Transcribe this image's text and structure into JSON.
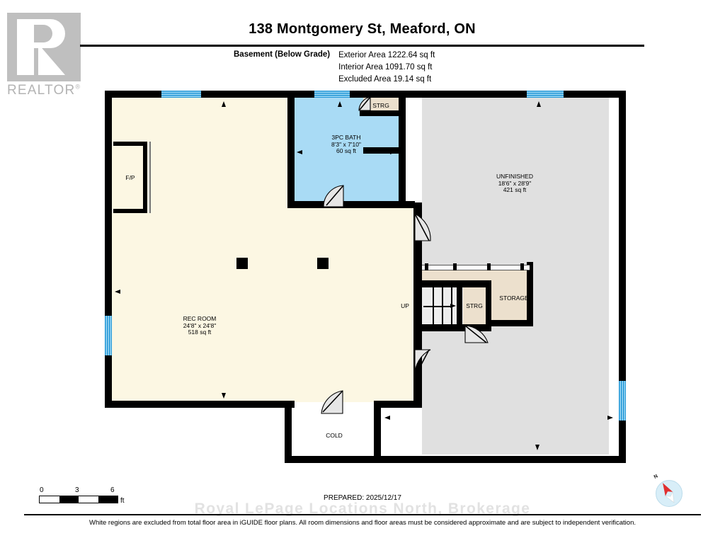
{
  "branding": {
    "logo_text": "REALTOR",
    "logo_registered": "®",
    "watermark": "Royal LePage Locations North, Brokerage"
  },
  "header": {
    "title": "138 Montgomery St, Meaford, ON",
    "level_label": "Basement (Below Grade)",
    "areas": [
      "Exterior Area 1222.64 sq ft",
      "Interior Area 1091.70 sq ft",
      "Excluded Area 19.14 sq ft"
    ]
  },
  "floorplan": {
    "rooms": [
      {
        "name": "REC ROOM",
        "dimensions": "24'8\" x 24'8\"",
        "area": "518 sq ft"
      },
      {
        "name": "3PC BATH",
        "dimensions": "8'3\" x 7'10\"",
        "area": "60 sq ft"
      },
      {
        "name": "UNFINISHED",
        "dimensions": "18'6\" x 28'9\"",
        "area": "421 sq ft"
      }
    ],
    "tags": {
      "fireplace": "F/P",
      "storage_bath": "STRG",
      "storage_stair": "STRG",
      "storage_room": "STORAGE",
      "stairs_up": "UP",
      "cold_room": "COLD"
    }
  },
  "scale": {
    "ticks": [
      "0",
      "3",
      "6"
    ],
    "unit": "ft"
  },
  "footer": {
    "prepared": "PREPARED: 2025/12/17",
    "disclaimer": "White regions are excluded from total floor area in iGUIDE floor plans. All room dimensions and floor areas must be considered approximate and are subject to independent verification."
  },
  "compass": {
    "north_label": "N"
  }
}
